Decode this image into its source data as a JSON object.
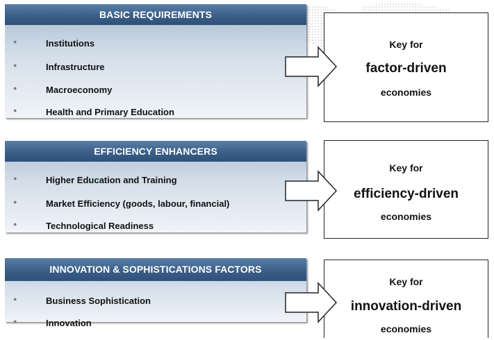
{
  "groups": [
    {
      "title": "BASIC REQUIREMENTS",
      "items": [
        "Institutions",
        "Infrastructure",
        "Macroeconomy",
        "Health and Primary Education"
      ],
      "key": {
        "line1": "Key for",
        "line2": "factor-driven",
        "line3": "economies"
      }
    },
    {
      "title": "EFFICIENCY ENHANCERS",
      "items": [
        "Higher Education and Training",
        "Market Efficiency (goods, labour, financial)",
        "Technological Readiness"
      ],
      "key": {
        "line1": "Key for",
        "line2": "efficiency-driven",
        "line3": "economies"
      }
    },
    {
      "title": "INNOVATION & SOPHISTICATIONS FACTORS",
      "items": [
        "Business Sophistication",
        "Innovation"
      ],
      "key": {
        "line1": "Key for",
        "line2": "innovation-driven",
        "line3": "economies"
      }
    }
  ],
  "colors": {
    "header_dark": "#2e5079",
    "panel_light": "#f1f4f8",
    "border": "#222222"
  },
  "icons": {
    "arrow": "block-arrow-right-icon",
    "bullet": "bullet-dot-icon",
    "background": "world-map-watermark-icon"
  }
}
